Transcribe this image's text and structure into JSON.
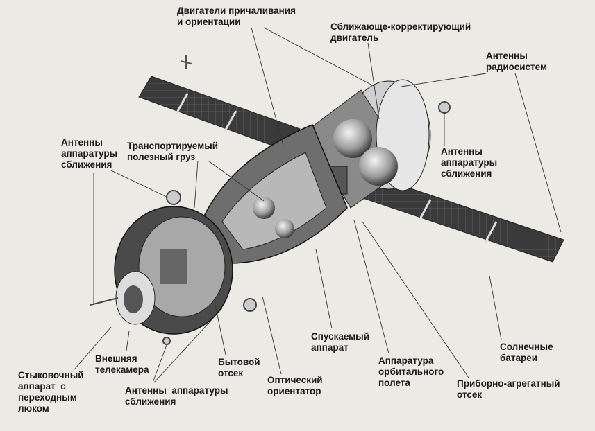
{
  "labels": {
    "docking_engines": "Двигатели причаливания\nи ориентации",
    "correction_engine": "Сближающе-корректирующий\nдвигатель",
    "radio_antennas": "Антенны\nрадиосистем",
    "rendezvous_antennas_left": "Антенны\nаппаратуры\nсближения",
    "payload": "Транспортируемый\nполезный груз",
    "rendezvous_antennas_right": "Антенны\nаппаратуры\nсближения",
    "descent_module": "Спускаемый\nаппарат",
    "solar_panels": "Солнечные\nбатареи",
    "external_camera": "Внешняя\nтелекамера",
    "orbital_module": "Бытовой\nотсек",
    "orbital_flight_equipment": "Аппаратура\nорбитального\nполета",
    "docking_unit": "Стыковочный\nаппарат  с\nпереходным\nлюком",
    "optical_sight": "Оптический\nориентатор",
    "rendezvous_antennas_bottom": "Антенны  аппаратуры\nсближения",
    "service_module": "Приборно-агрегатный\nотсек"
  }
}
